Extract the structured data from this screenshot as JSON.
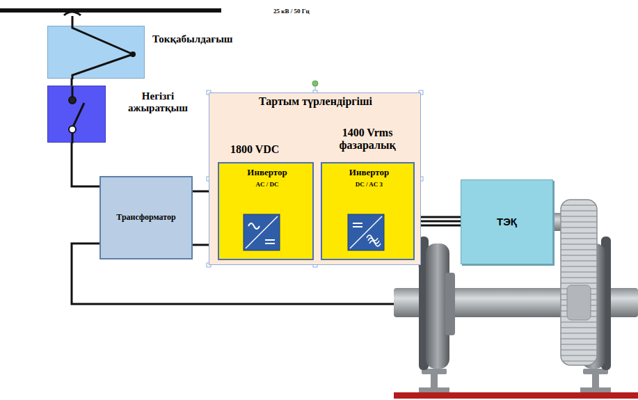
{
  "diagram": {
    "nodes": [
      {
        "text": [
          "Токқабылдағыш"
        ]
      },
      {
        "text": [
          "Негізгі ажыратқыш"
        ]
      },
      {
        "text": [
          "Трансформатор"
        ]
      },
      {
        "text": [
          "Тартым түрлендіргіші",
          "1800 VDC",
          "1400 Vrms фазаралық"
        ]
      },
      {
        "text": [
          "Инвертор",
          "AC / DC"
        ],
        "in": 3
      },
      {
        "text": [
          "Инвертор",
          "DC / AC 3"
        ],
        "in": 3
      },
      {
        "text": [
          "ТЭҚ"
        ]
      }
    ],
    "edges": [
      {
        "from": 0,
        "to": 1,
        "arrow": "none"
      },
      {
        "from": 1,
        "to": 2,
        "arrow": "none"
      },
      {
        "from": 2,
        "to": 4,
        "arrow": "none"
      },
      {
        "from": 2,
        "to": 4,
        "arrow": "none"
      },
      {
        "from": 4,
        "to": 5,
        "arrow": "none"
      },
      {
        "from": 4,
        "to": 5,
        "arrow": "none"
      },
      {
        "from": 5,
        "to": 6,
        "arrow": "none"
      },
      {
        "from": 5,
        "to": 6,
        "arrow": "none"
      },
      {
        "from": 5,
        "to": 6,
        "arrow": "none"
      }
    ],
    "labels": [
      "25 кВ / 50 Гц"
    ]
  }
}
